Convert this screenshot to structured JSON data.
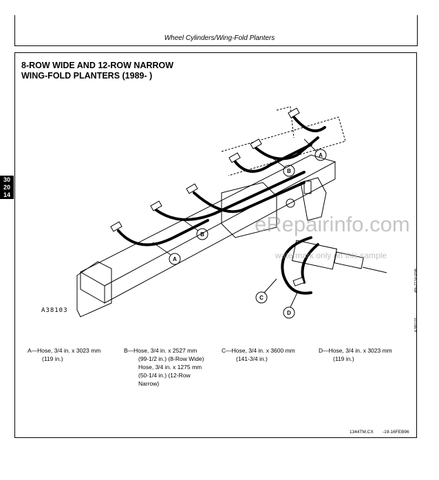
{
  "header": {
    "title": "Wheel Cylinders/Wing-Fold Planters"
  },
  "section": {
    "title_line1": "8-ROW WIDE AND 12-ROW NARROW",
    "title_line2": "WING-FOLD PLANTERS (1989-     )"
  },
  "tab": {
    "line1": "30",
    "line2": "20",
    "line3": "14"
  },
  "figure": {
    "ref": "A38103",
    "callouts": [
      "A",
      "B",
      "B",
      "A",
      "C",
      "D"
    ],
    "side_code_1": "4N-21SEP96",
    "side_code_2": "A38103"
  },
  "captions": [
    {
      "letter": "A",
      "line1": "A—Hose, 3/4 in. x 3023 mm",
      "line2": "(119 in.)"
    },
    {
      "letter": "B",
      "line1": "B—Hose, 3/4 in. x 2527 mm",
      "line2": "(99-1/2 in.) (8-Row Wide)",
      "line3": "Hose, 3/4 in. x 1275 mm",
      "line4": "(50-1/4 in.) (12-Row",
      "line5": "Narrow)"
    },
    {
      "letter": "C",
      "line1": "C—Hose, 3/4 in. x 3600 mm",
      "line2": "(141-3/4 in.)"
    },
    {
      "letter": "D",
      "line1": "D—Hose, 3/4 in. x 3023 mm",
      "line2": "(119 in.)"
    }
  ],
  "footer": {
    "doc": "1344TM,CX",
    "date": "-19-16FEB96"
  },
  "watermark": {
    "main": "eRepairinfo.com",
    "sub": "watermark only on this sample"
  }
}
